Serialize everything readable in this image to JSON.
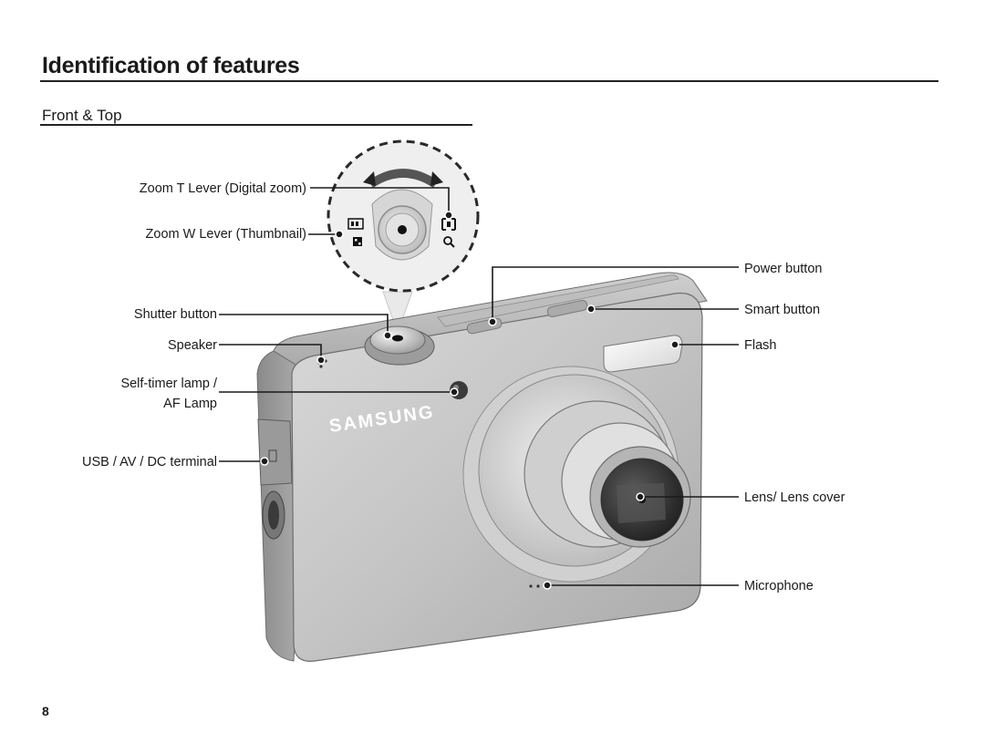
{
  "header": {
    "title": "Identification of features",
    "section": "Front & Top"
  },
  "brand": "SAMSUNG",
  "left_labels": {
    "zoom_t": "Zoom T Lever (Digital zoom)",
    "zoom_w": "Zoom W Lever (Thumbnail)",
    "shutter": "Shutter button",
    "speaker": "Speaker",
    "selftimer_line1": "Self-timer lamp /",
    "selftimer_line2": "AF Lamp",
    "usb": "USB / AV / DC terminal"
  },
  "right_labels": {
    "power": "Power button",
    "smart": "Smart button",
    "flash": "Flash",
    "lens": "Lens/ Lens cover",
    "microphone": "Microphone"
  },
  "footer": {
    "page_number": "8"
  }
}
